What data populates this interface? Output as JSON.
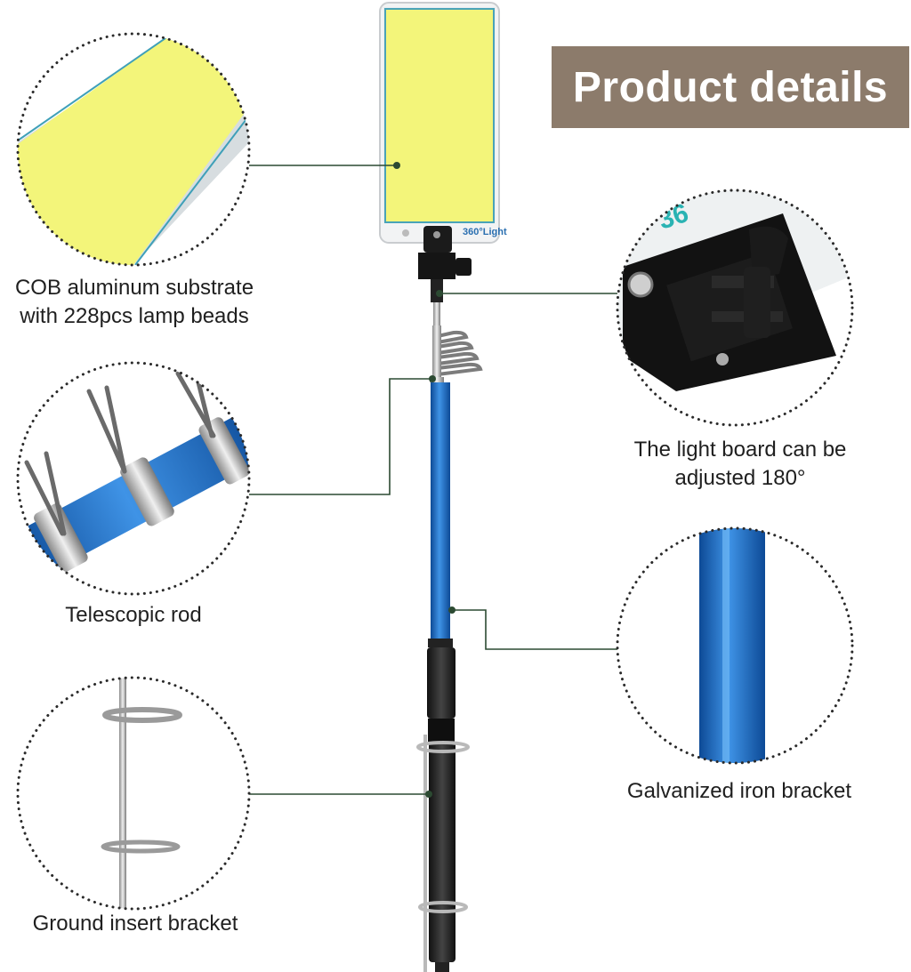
{
  "header": {
    "title": "Product details",
    "badge_color": "#8c7b6b"
  },
  "product": {
    "panel_brand": "360°Light",
    "rod_color": "#1f6fc8",
    "panel_color": "#f3f57a",
    "connector_color": "#2c4a32"
  },
  "callouts": [
    {
      "id": "cob-panel",
      "line1": "COB aluminum substrate",
      "line2": "with 228pcs lamp beads",
      "icon": "cob-panel-closeup"
    },
    {
      "id": "adjust",
      "line1": "The light board can be",
      "line2": "adjusted 180°",
      "icon": "mount-bracket-closeup"
    },
    {
      "id": "rod",
      "line1": "Telescopic rod",
      "icon": "telescopic-rod-closeup"
    },
    {
      "id": "iron",
      "line1": "Galvanized iron bracket",
      "icon": "iron-bracket-closeup"
    },
    {
      "id": "ground",
      "line1": "Ground insert bracket",
      "icon": "ground-stake-closeup"
    }
  ]
}
